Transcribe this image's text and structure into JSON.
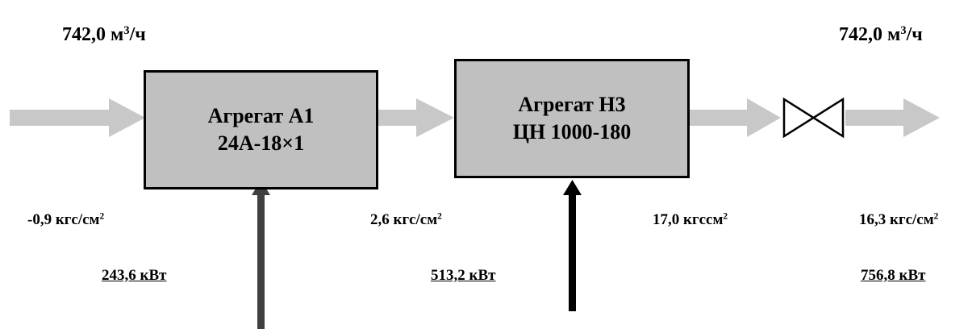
{
  "flows": {
    "inlet": {
      "value": "742,0 м",
      "exp": "3",
      "unit": "/ч"
    },
    "outlet": {
      "value": "742,0 м",
      "exp": "3",
      "unit": "/ч"
    }
  },
  "units": [
    {
      "name": "Агрегат А1",
      "model": "24А-18×1"
    },
    {
      "name": "Агрегат Н3",
      "model": "ЦН 1000-180"
    }
  ],
  "pressures": {
    "p1": {
      "text": "-0,9 кгс/см",
      "exp": "2"
    },
    "p2": {
      "text": "2,6 кгс/см",
      "exp": "2"
    },
    "p3": {
      "text": "17,0  кгссм",
      "exp": "2"
    },
    "p4": {
      "text": "16,3 кгс/см",
      "exp": "2"
    }
  },
  "powers": {
    "w1": "243,6 кВт",
    "w2": "513,2 кВт",
    "total": "756,8 кВт"
  },
  "colors": {
    "flow_arrow": "#c8c8c8",
    "box_fill": "#c0c0c0",
    "power_arrow_1": "#404040",
    "power_arrow_2": "#000000"
  }
}
